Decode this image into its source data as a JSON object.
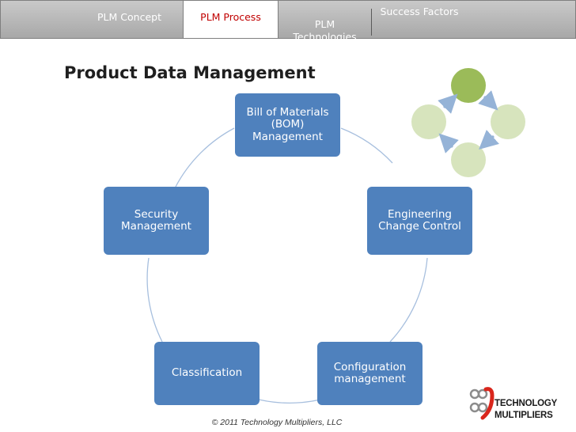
{
  "nav": {
    "tabs": [
      {
        "label": "PLM Concept",
        "active": false
      },
      {
        "label": "PLM Process",
        "active": true
      },
      {
        "label": "PLM\nTechnologies",
        "active": false
      },
      {
        "label": "Success Factors",
        "active": false
      }
    ]
  },
  "page": {
    "title": "Product Data Management",
    "footer": "© 2011 Technology Multipliers, LLC"
  },
  "cycle": {
    "nodes": [
      {
        "id": "bom",
        "label": "Bill of Materials\n(BOM)\nManagement"
      },
      {
        "id": "ecc",
        "label": "Engineering\nChange Control"
      },
      {
        "id": "config",
        "label": "Configuration\nmanagement"
      },
      {
        "id": "class",
        "label": "Classification"
      },
      {
        "id": "security",
        "label": "Security\nManagement"
      }
    ],
    "connector_color": "#a7bfde",
    "node_color": "#4f81bd"
  },
  "mini_diagram": {
    "active_color": "#9bbb59",
    "inactive_color": "#d7e4bd",
    "arrow_color": "#95b3d7"
  },
  "logo": {
    "line1": "TECHNOLOGY",
    "line2": "MULTIPLIERS",
    "accent_color": "#d9261c"
  },
  "colors": {
    "active_tab_text": "#c00000",
    "nav_text": "#ffffff"
  }
}
